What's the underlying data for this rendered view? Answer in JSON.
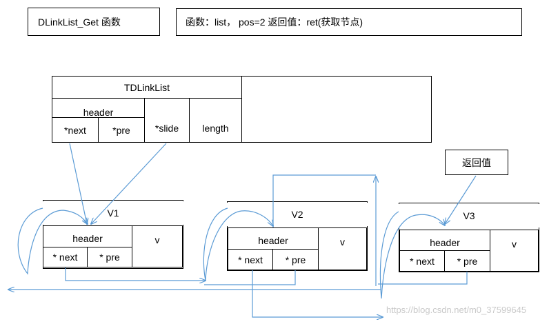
{
  "header_boxes": {
    "function_name": "DLinkList_Get 函数",
    "params": "函数：list，  pos=2 返回值：ret(获取节点)"
  },
  "tdlinklist": {
    "title": "TDLinkList",
    "header": "header",
    "next": "*next",
    "pre": "*pre",
    "slide": "*slide",
    "length": "length"
  },
  "nodes": [
    {
      "title": "V1",
      "header": "header",
      "next": "* next",
      "pre": "* pre",
      "value": "v"
    },
    {
      "title": "V2",
      "header": "header",
      "next": "* next",
      "pre": "* pre",
      "value": "v"
    },
    {
      "title": "V3",
      "header": "header",
      "next": "* next",
      "pre": "* pre",
      "value": "v"
    }
  ],
  "return_callout": "返回值",
  "watermark": "https://blog.csdn.net/m0_37599645",
  "colors": {
    "arrow": "#5b9bd5",
    "border": "#000000",
    "background": "#ffffff"
  }
}
